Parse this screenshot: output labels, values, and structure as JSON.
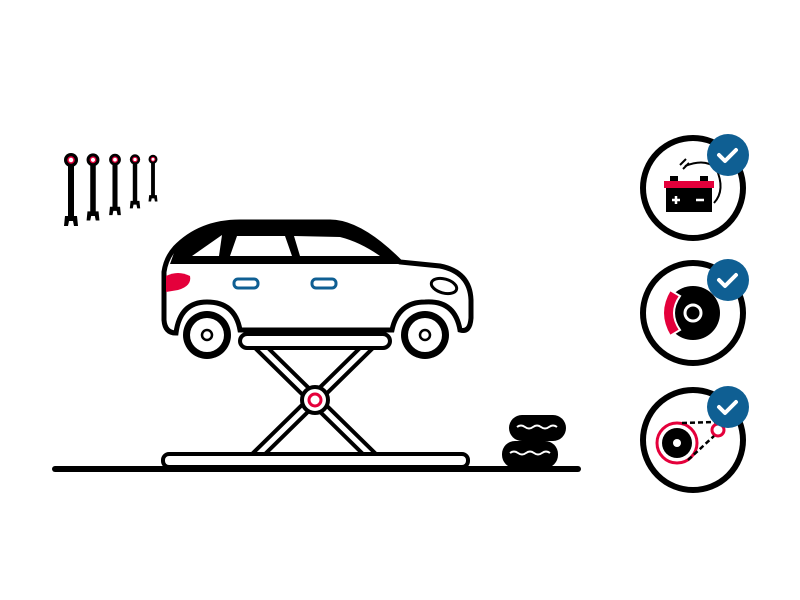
{
  "illustration": {
    "scene": "car-on-scissor-lift",
    "colors": {
      "outline": "#000000",
      "accent_red": "#e4003b",
      "accent_blue": "#0f5f93",
      "background": "#ffffff"
    },
    "icons": [
      "wrench-set-icon",
      "car-icon",
      "scissor-lift-icon",
      "tire-stack-icon",
      "battery-check-icon",
      "brake-check-icon",
      "timing-belt-check-icon",
      "checkmark-badge-icon"
    ],
    "service_checks": [
      {
        "icon": "battery-icon",
        "status": "checked"
      },
      {
        "icon": "brake-disc-icon",
        "status": "checked"
      },
      {
        "icon": "belt-pulley-icon",
        "status": "checked"
      }
    ]
  }
}
